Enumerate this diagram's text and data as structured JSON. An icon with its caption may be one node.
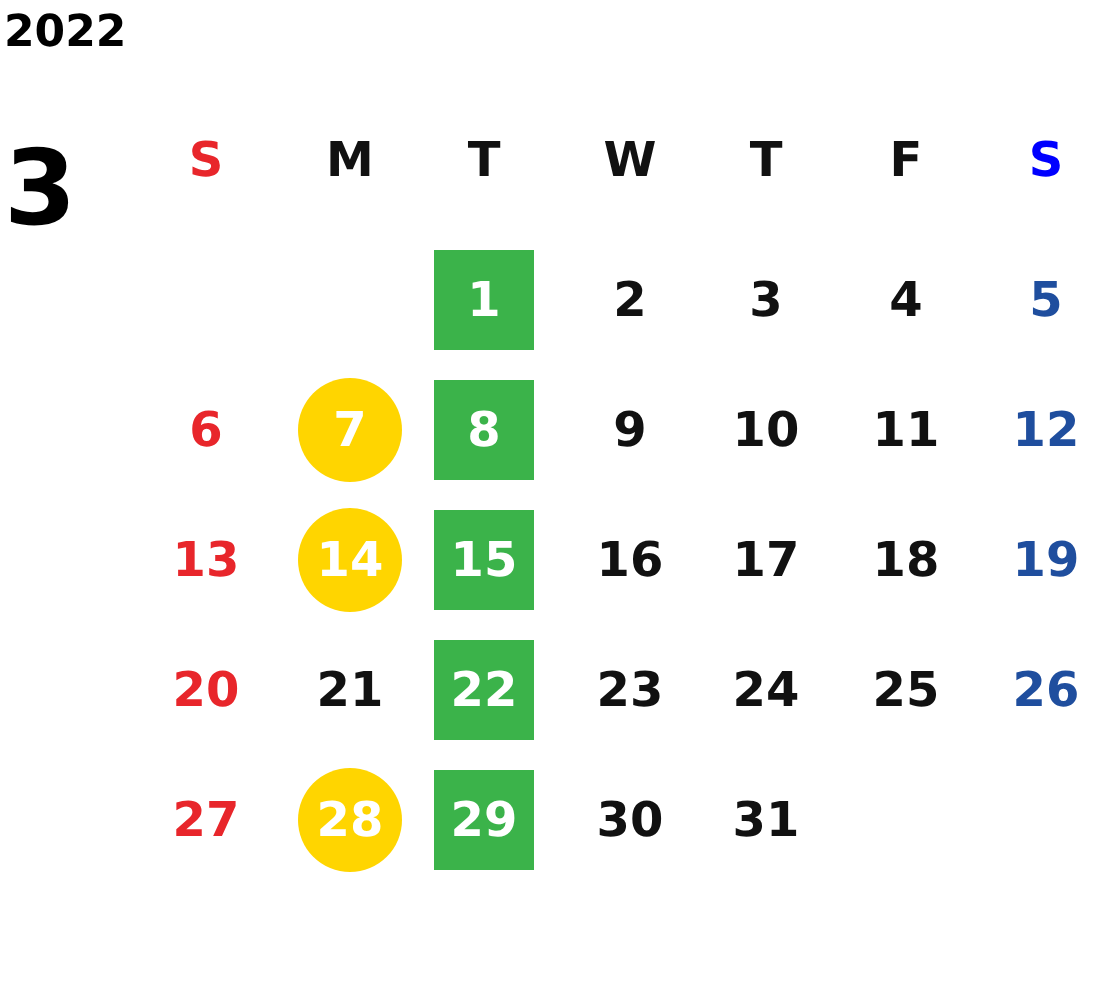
{
  "diagram": {
    "nodes": [
      {
        "text": [
          "1"
        ]
      },
      {
        "text": [
          "7"
        ]
      },
      {
        "text": [
          "8"
        ]
      },
      {
        "text": [
          "14"
        ]
      },
      {
        "text": [
          "15"
        ]
      },
      {
        "text": [
          "22"
        ]
      },
      {
        "text": [
          "28"
        ]
      },
      {
        "text": [
          "29"
        ]
      }
    ],
    "labels": [
      "2022",
      "3",
      "S",
      "M",
      "T",
      "W",
      "T",
      "F",
      "S",
      "2",
      "3",
      "4",
      "5",
      "6",
      "9",
      "10",
      "11",
      "12",
      "13",
      "16",
      "17",
      "18",
      "19",
      "20",
      "21",
      "23",
      "24",
      "25",
      "26",
      "27",
      "30",
      "31"
    ]
  }
}
